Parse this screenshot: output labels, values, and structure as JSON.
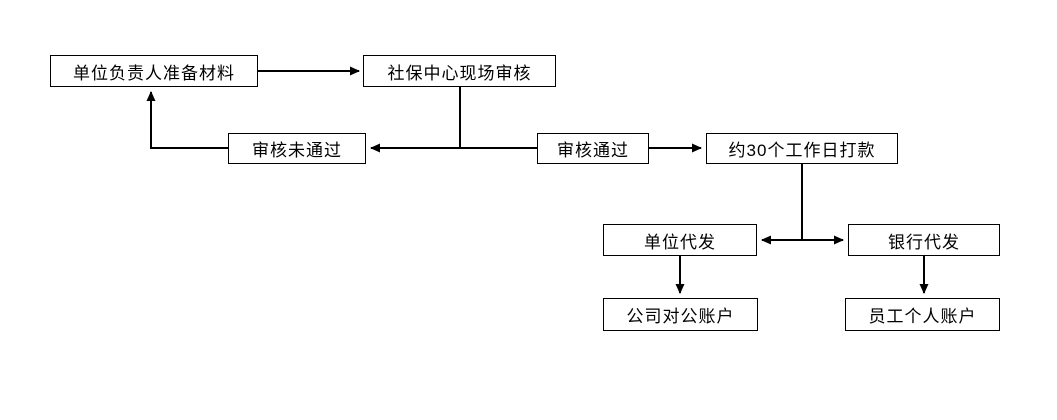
{
  "flowchart": {
    "title": "social-insurance-refund-process",
    "colors": {
      "background": "#ffffff",
      "line": "#000000",
      "box_border": "#000000",
      "box_fill": "#ffffff",
      "text": "#000000"
    },
    "nodes": {
      "prepare": {
        "label": "单位负责人准备材料"
      },
      "review": {
        "label": "社保中心现场审核"
      },
      "fail": {
        "label": "审核未通过"
      },
      "pass": {
        "label": "审核通过"
      },
      "payment": {
        "label": "约30个工作日打款"
      },
      "unit_payout": {
        "label": "单位代发"
      },
      "bank_payout": {
        "label": "银行代发"
      },
      "company_account": {
        "label": "公司对公账户"
      },
      "personal_account": {
        "label": "员工个人账户"
      }
    },
    "edges": [
      {
        "from": "prepare",
        "to": "review",
        "arrow": true
      },
      {
        "from": "review",
        "to": "fail",
        "arrow": true
      },
      {
        "from": "review",
        "to": "pass",
        "arrow": false
      },
      {
        "from": "fail",
        "to": "prepare",
        "arrow": true
      },
      {
        "from": "pass",
        "to": "payment",
        "arrow": true
      },
      {
        "from": "payment",
        "to": "unit_payout",
        "arrow": true
      },
      {
        "from": "payment",
        "to": "bank_payout",
        "arrow": true
      },
      {
        "from": "unit_payout",
        "to": "company_account",
        "arrow": true
      },
      {
        "from": "bank_payout",
        "to": "personal_account",
        "arrow": true
      }
    ]
  }
}
